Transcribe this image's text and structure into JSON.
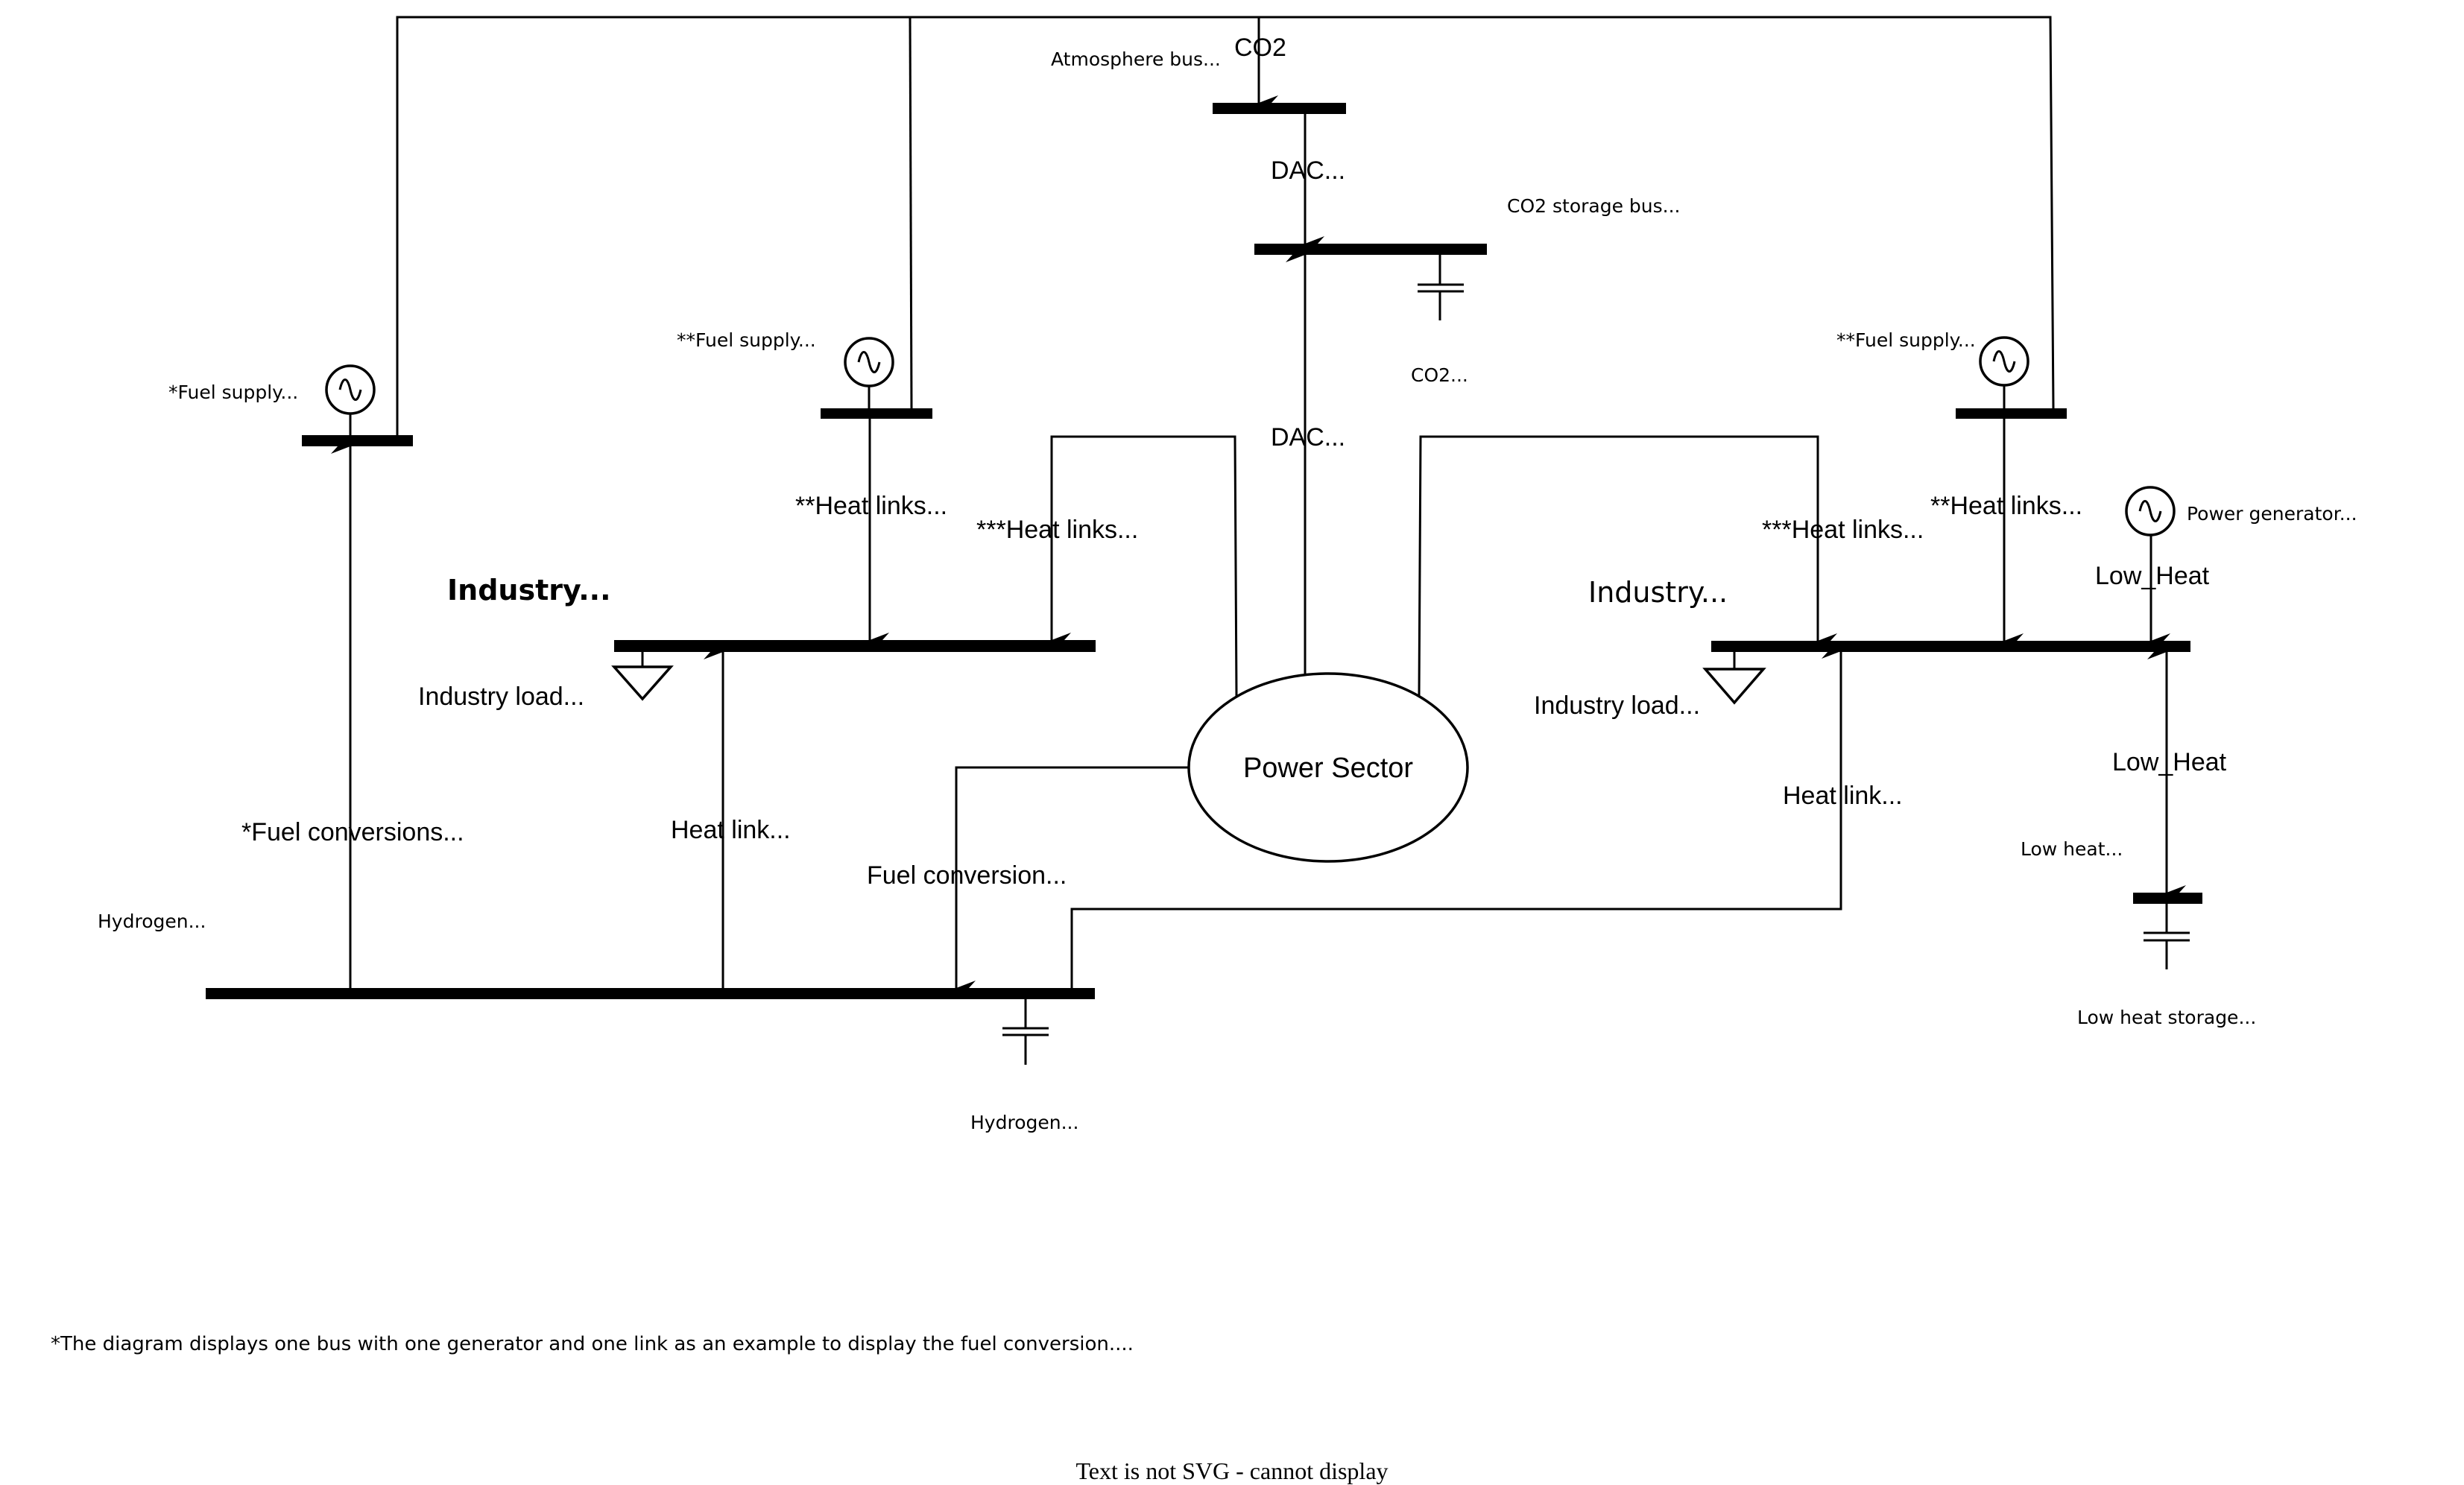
{
  "diagram": {
    "title": "Sector-coupled energy system diagram",
    "central_node": {
      "label": "Power Sector"
    },
    "buses": {
      "atmosphere": {
        "label": "Atmosphere bus..."
      },
      "co2_storage": {
        "label": "CO2 storage bus..."
      },
      "fuel_supply_left": {
        "label": "*Fuel supply..."
      },
      "fuel_supply_mid": {
        "label": "**Fuel supply..."
      },
      "fuel_supply_right": {
        "label": "**Fuel supply..."
      },
      "industry_left": {
        "label": "Industry..."
      },
      "industry_right": {
        "label": "Industry..."
      },
      "hydrogen": {
        "label": "Hydrogen..."
      },
      "low_heat": {
        "label": "Low heat..."
      }
    },
    "links": {
      "co2_in": "CO2",
      "dac_upper": "DAC...",
      "dac_lower": "DAC...",
      "fuel_conversions": "*Fuel conversions...",
      "heat_link_left": "Heat link...",
      "heat_link_right": "Heat link...",
      "fuel_conversion": "Fuel conversion...",
      "heat_links_2_left": "**Heat links...",
      "heat_links_3_left": "***Heat links...",
      "heat_links_3_right": "***Heat links...",
      "heat_links_2_right": "**Heat links...",
      "low_heat_upper": "Low_Heat",
      "low_heat_lower": "Low_Heat"
    },
    "components": {
      "co2_store": "CO2...",
      "hydrogen_store": "Hydrogen...",
      "low_heat_storage": "Low heat storage...",
      "industry_load_left": "Industry load...",
      "industry_load_right": "Industry load...",
      "power_generator": "Power generator..."
    },
    "footnote": "*The diagram displays one bus with one generator and one link as an example to display the fuel conversion....",
    "render_warning": "Text is not SVG - cannot display",
    "icons": {
      "generator": "ac-generator-icon (circle with ~)",
      "load": "load-triangle-icon",
      "storage": "capacitor-storage-icon"
    }
  }
}
